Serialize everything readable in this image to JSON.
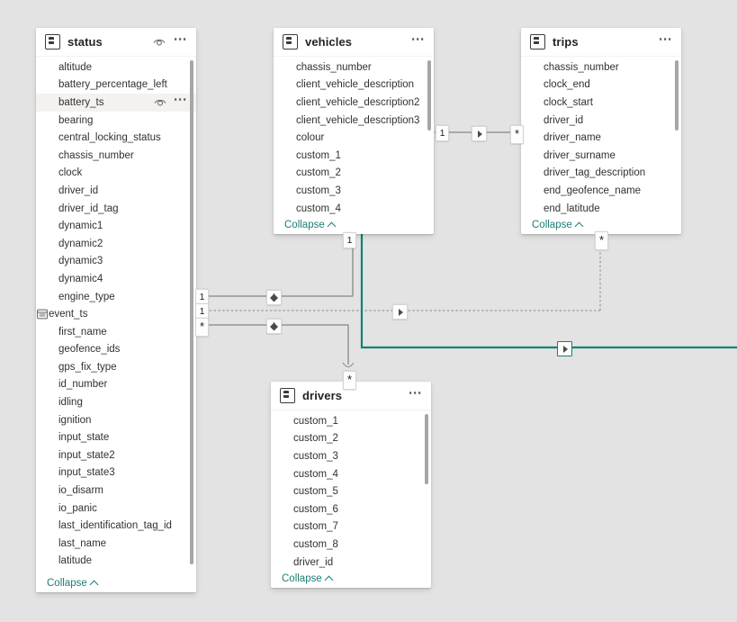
{
  "view": {
    "name": "model-relationship-canvas",
    "background_color": "#e3e3e3",
    "accent_color": "#1d7d74",
    "selected_relationship_color": "#128074"
  },
  "common": {
    "collapse_label": "Collapse",
    "table_icon": "table-icon",
    "more_icon": "more-options-icon",
    "eye_icon": "hide-eye-icon",
    "chevron_up_icon": "chevron-up-icon"
  },
  "tables": [
    {
      "name": "status",
      "title": "status",
      "has_eye": true,
      "has_more": true,
      "selected_field": "battery_ts",
      "fields": [
        {
          "label": "altitude",
          "icon": null
        },
        {
          "label": "battery_percentage_left",
          "icon": null
        },
        {
          "label": "battery_ts",
          "icon": null
        },
        {
          "label": "bearing",
          "icon": null
        },
        {
          "label": "central_locking_status",
          "icon": null
        },
        {
          "label": "chassis_number",
          "icon": null
        },
        {
          "label": "clock",
          "icon": null
        },
        {
          "label": "driver_id",
          "icon": null
        },
        {
          "label": "driver_id_tag",
          "icon": null
        },
        {
          "label": "dynamic1",
          "icon": null
        },
        {
          "label": "dynamic2",
          "icon": null
        },
        {
          "label": "dynamic3",
          "icon": null
        },
        {
          "label": "dynamic4",
          "icon": null
        },
        {
          "label": "engine_type",
          "icon": null
        },
        {
          "label": "event_ts",
          "icon": "date-hierarchy-icon"
        },
        {
          "label": "first_name",
          "icon": null
        },
        {
          "label": "geofence_ids",
          "icon": null
        },
        {
          "label": "gps_fix_type",
          "icon": null
        },
        {
          "label": "id_number",
          "icon": null
        },
        {
          "label": "idling",
          "icon": null
        },
        {
          "label": "ignition",
          "icon": null
        },
        {
          "label": "input_state",
          "icon": null
        },
        {
          "label": "input_state2",
          "icon": null
        },
        {
          "label": "input_state3",
          "icon": null
        },
        {
          "label": "io_disarm",
          "icon": null
        },
        {
          "label": "io_panic",
          "icon": null
        },
        {
          "label": "last_identification_tag_id",
          "icon": null
        },
        {
          "label": "last_name",
          "icon": null
        },
        {
          "label": "latitude",
          "icon": null
        }
      ]
    },
    {
      "name": "vehicles",
      "title": "vehicles",
      "has_eye": false,
      "has_more": true,
      "selected_field": null,
      "fields": [
        {
          "label": "chassis_number",
          "icon": null
        },
        {
          "label": "client_vehicle_description",
          "icon": null
        },
        {
          "label": "client_vehicle_description2",
          "icon": null
        },
        {
          "label": "client_vehicle_description3",
          "icon": null
        },
        {
          "label": "colour",
          "icon": null
        },
        {
          "label": "custom_1",
          "icon": null
        },
        {
          "label": "custom_2",
          "icon": null
        },
        {
          "label": "custom_3",
          "icon": null
        },
        {
          "label": "custom_4",
          "icon": null
        }
      ]
    },
    {
      "name": "trips",
      "title": "trips",
      "has_eye": false,
      "has_more": true,
      "selected_field": null,
      "fields": [
        {
          "label": "chassis_number",
          "icon": null
        },
        {
          "label": "clock_end",
          "icon": null
        },
        {
          "label": "clock_start",
          "icon": null
        },
        {
          "label": "driver_id",
          "icon": null
        },
        {
          "label": "driver_name",
          "icon": null
        },
        {
          "label": "driver_surname",
          "icon": null
        },
        {
          "label": "driver_tag_description",
          "icon": null
        },
        {
          "label": "end_geofence_name",
          "icon": null
        },
        {
          "label": "end_latitude",
          "icon": null
        }
      ]
    },
    {
      "name": "drivers",
      "title": "drivers",
      "has_eye": false,
      "has_more": true,
      "selected_field": null,
      "fields": [
        {
          "label": "custom_1",
          "icon": null
        },
        {
          "label": "custom_2",
          "icon": null
        },
        {
          "label": "custom_3",
          "icon": null
        },
        {
          "label": "custom_4",
          "icon": null
        },
        {
          "label": "custom_5",
          "icon": null
        },
        {
          "label": "custom_6",
          "icon": null
        },
        {
          "label": "custom_7",
          "icon": null
        },
        {
          "label": "custom_8",
          "icon": null
        },
        {
          "label": "driver_id",
          "icon": null
        }
      ]
    }
  ],
  "relationships": [
    {
      "id": "vehicles-trips",
      "from_cardinality": "1",
      "to_cardinality": "*",
      "direction_icon": "single-arrow-icon",
      "style": "solid",
      "selected": false
    },
    {
      "id": "status-vehicles-upper",
      "from_cardinality": "1",
      "to_cardinality": "",
      "direction_icon": "both-directions-icon",
      "style": "solid",
      "selected": false
    },
    {
      "id": "status-trips-dashed",
      "from_cardinality": "1",
      "to_cardinality": "*",
      "direction_icon": "single-arrow-icon",
      "style": "dashed",
      "selected": false
    },
    {
      "id": "status-drivers",
      "from_cardinality": "*",
      "to_cardinality": "*",
      "direction_icon": "both-directions-icon",
      "style": "solid",
      "selected": false
    },
    {
      "id": "vehicles-highlighted",
      "from_cardinality": "",
      "to_cardinality": "",
      "direction_icon": "single-arrow-icon",
      "style": "solid-highlighted",
      "selected": true
    }
  ],
  "badges": {
    "one": "1",
    "many": "*"
  }
}
